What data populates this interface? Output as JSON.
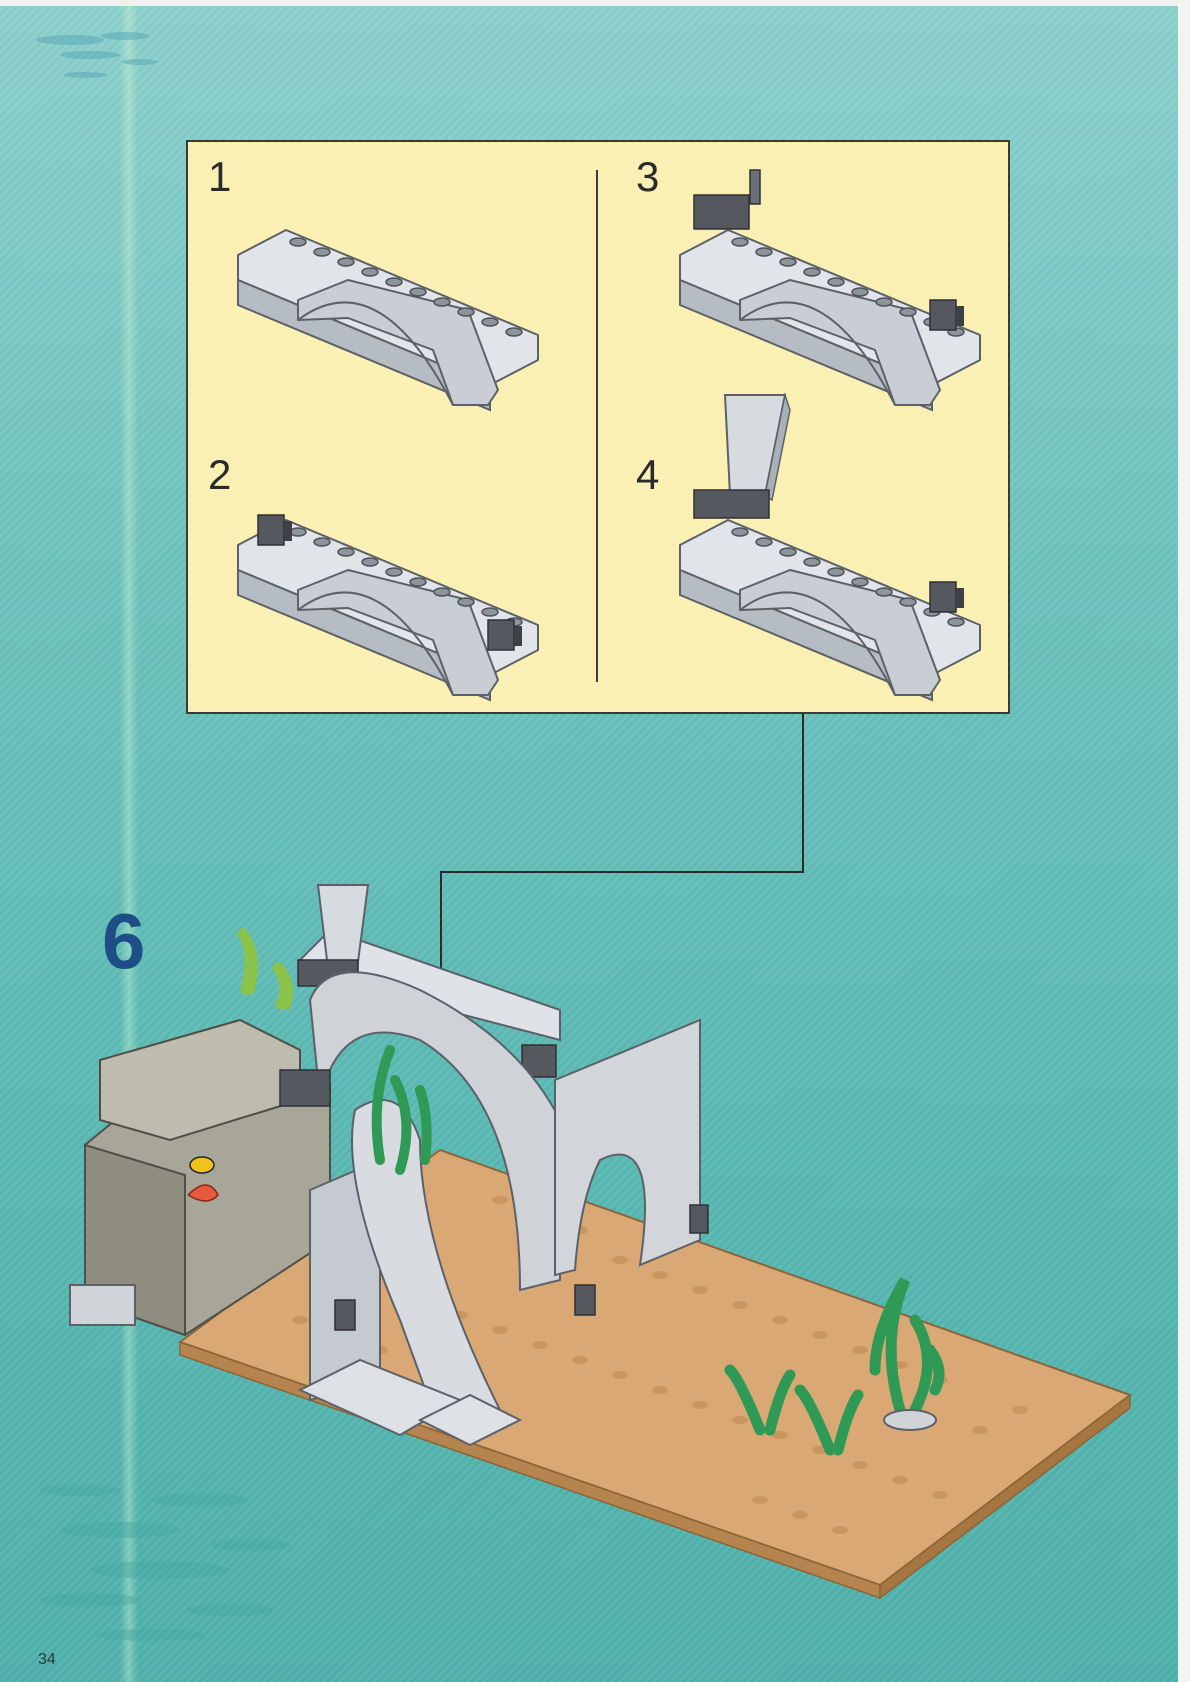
{
  "page": {
    "number": "34"
  },
  "step": {
    "number": "6"
  },
  "substeps": [
    {
      "number": "1"
    },
    {
      "number": "2"
    },
    {
      "number": "3"
    },
    {
      "number": "4"
    }
  ],
  "colors": {
    "background": "#6cc2bd",
    "panel": "#fbf0b4",
    "step_number": "#1f4d86",
    "light_gray_brick": "#c9ced4",
    "dark_gray_brick": "#55595f",
    "tan_baseplate": "#d9a874",
    "rock": "#a7a698",
    "plant_green": "#2f9a55"
  },
  "icons": [
    "arch-brick",
    "arch-with-clips",
    "arch-with-handle",
    "arch-with-slope",
    "underwater-gate-model",
    "seaweed-plant",
    "fish"
  ]
}
